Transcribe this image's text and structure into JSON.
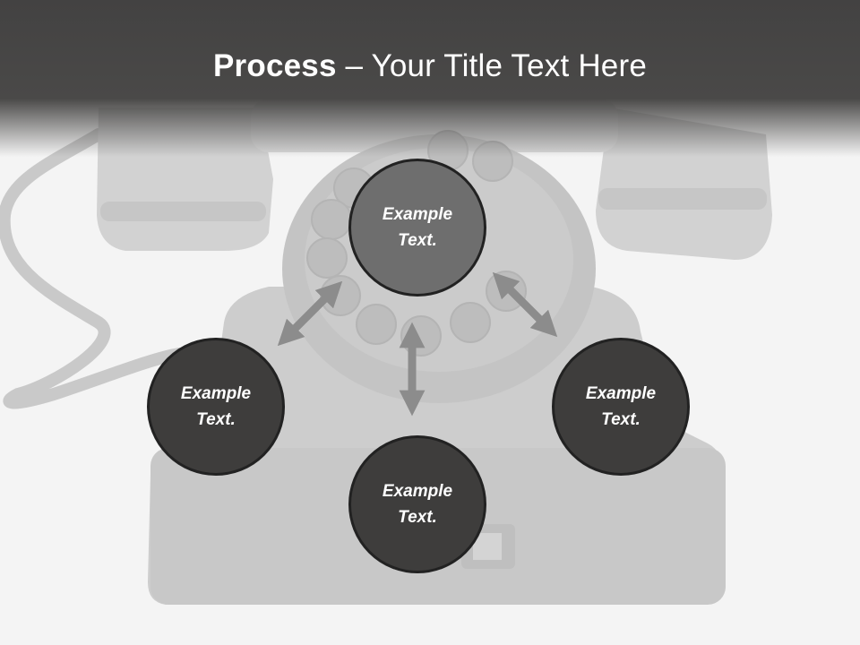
{
  "title": {
    "bold": "Process",
    "rest": " – Your Title Text Here"
  },
  "nodes": [
    {
      "line1": "Example",
      "line2": "Text."
    },
    {
      "line1": "Example",
      "line2": "Text."
    },
    {
      "line1": "Example",
      "line2": "Text."
    },
    {
      "line1": "Example",
      "line2": "Text."
    }
  ],
  "colors": {
    "header": "#434242",
    "node_top": "#6e6e6e",
    "node_dark": "#3e3d3c",
    "arrow": "#8c8c8c"
  }
}
